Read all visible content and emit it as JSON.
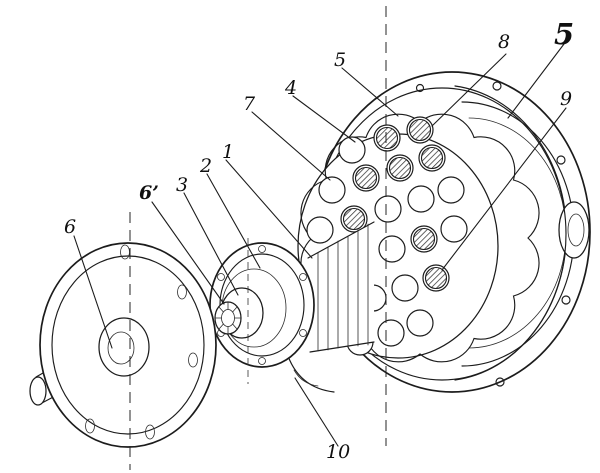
{
  "figure": {
    "callouts": [
      {
        "ref": "1",
        "text": "1"
      },
      {
        "ref": "2",
        "text": "2"
      },
      {
        "ref": "3",
        "text": "3"
      },
      {
        "ref": "4",
        "text": "4"
      },
      {
        "ref": "5-upper",
        "text": "5"
      },
      {
        "ref": "5-right",
        "text": "5"
      },
      {
        "ref": "6",
        "text": "6"
      },
      {
        "ref": "6-prime",
        "text": "6’"
      },
      {
        "ref": "7",
        "text": "7"
      },
      {
        "ref": "8",
        "text": "8"
      },
      {
        "ref": "9",
        "text": "9"
      },
      {
        "ref": "10",
        "text": "10"
      }
    ],
    "colors": {
      "ink": "#1c1c1c",
      "paper": "#ffffff"
    }
  }
}
